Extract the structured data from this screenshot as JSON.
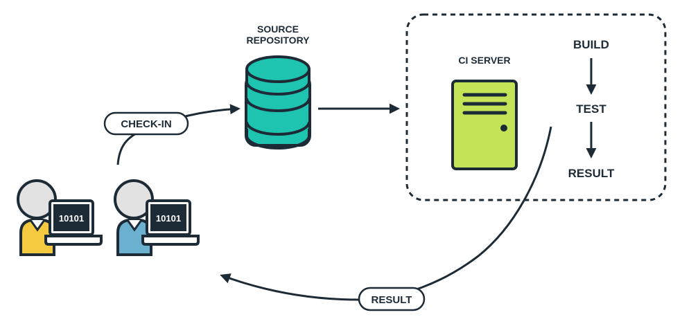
{
  "labels": {
    "source_repository_line1": "SOURCE",
    "source_repository_line2": "REPOSITORY",
    "ci_server": "CI SERVER",
    "build": "BUILD",
    "test": "TEST",
    "result_stage": "RESULT",
    "check_in": "CHECK-IN",
    "result_feedback": "RESULT",
    "laptop_code_1": "10101",
    "laptop_code_2": "10101"
  },
  "colors": {
    "outline": "#1d2b36",
    "database": "#1fc4b0",
    "server": "#c4e356",
    "developer_1_shirt": "#f5c940",
    "developer_2_shirt": "#6bb0cf",
    "head": "#e2e2e2",
    "laptop_screen": "#1d2b36",
    "laptop_base": "#ffffff"
  },
  "icons": {
    "developer_1": "developer-icon",
    "developer_2": "developer-icon",
    "repository": "database-icon",
    "ci_server": "server-icon"
  }
}
